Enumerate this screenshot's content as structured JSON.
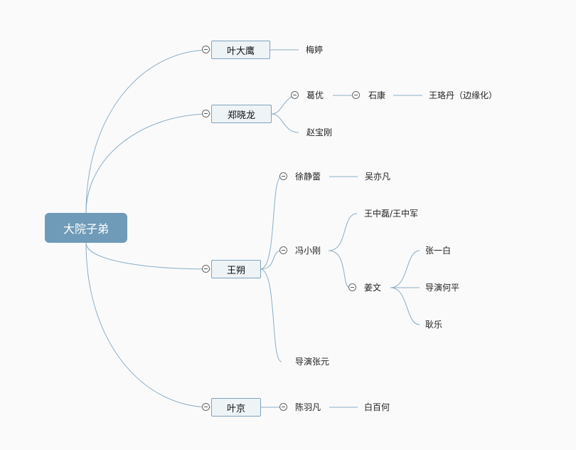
{
  "root": "大院子弟",
  "branches": {
    "ye_daying": "叶大鹰",
    "zheng_xiaolong": "郑晓龙",
    "wang_shuo": "王朔",
    "ye_jing": "叶京"
  },
  "leaves": {
    "mei_ting": "梅婷",
    "ge_you": "葛优",
    "shi_kang": "石康",
    "wang_luodan": "王珞丹（边缘化）",
    "zhao_baogang": "赵宝刚",
    "xu_jinglei": "徐静蕾",
    "wu_yifan": "吴亦凡",
    "feng_xiaogang": "冯小刚",
    "wang_zhonglei": "王中磊/王中军",
    "jiang_wen": "姜文",
    "zhang_yibai": "张一白",
    "he_ping": "导演何平",
    "geng_le": "耿乐",
    "zhang_yuan": "导演张元",
    "chen_yufan": "陈羽凡",
    "bai_baihe": "白百何"
  },
  "colors": {
    "line": "#8aaec6",
    "root_fill": "#6f9bb8",
    "box_fill": "#eef3f6",
    "box_border": "#7fa3bd"
  }
}
